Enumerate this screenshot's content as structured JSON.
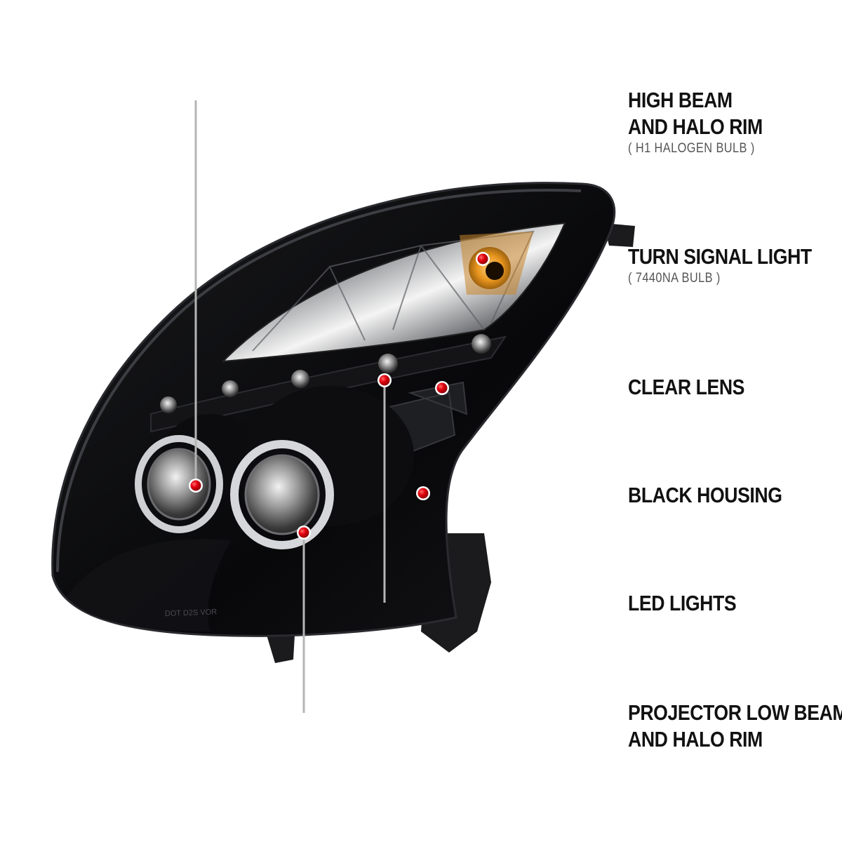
{
  "callouts": {
    "high_beam": {
      "line1": "HIGH BEAM",
      "line2": "AND HALO RIM",
      "note": "( H1 HALOGEN BULB )"
    },
    "turn_signal": {
      "line1": "TURN SIGNAL LIGHT",
      "note": "( 7440NA  BULB )"
    },
    "clear_lens": {
      "line1": "CLEAR LENS"
    },
    "black_housing": {
      "line1": "BLACK HOUSING"
    },
    "led_lights": {
      "line1": "LED LIGHTS"
    },
    "projector": {
      "line1": "PROJECTOR LOW BEAM",
      "line2": "AND HALO RIM"
    }
  },
  "lens_markings": "DOT D2S VOR",
  "colors": {
    "marker": "#e0000d",
    "leader_start": "#bdbdbd",
    "leader_end": "#c0101a",
    "housing": "#0b0b0d",
    "amber": "#e8951e"
  }
}
